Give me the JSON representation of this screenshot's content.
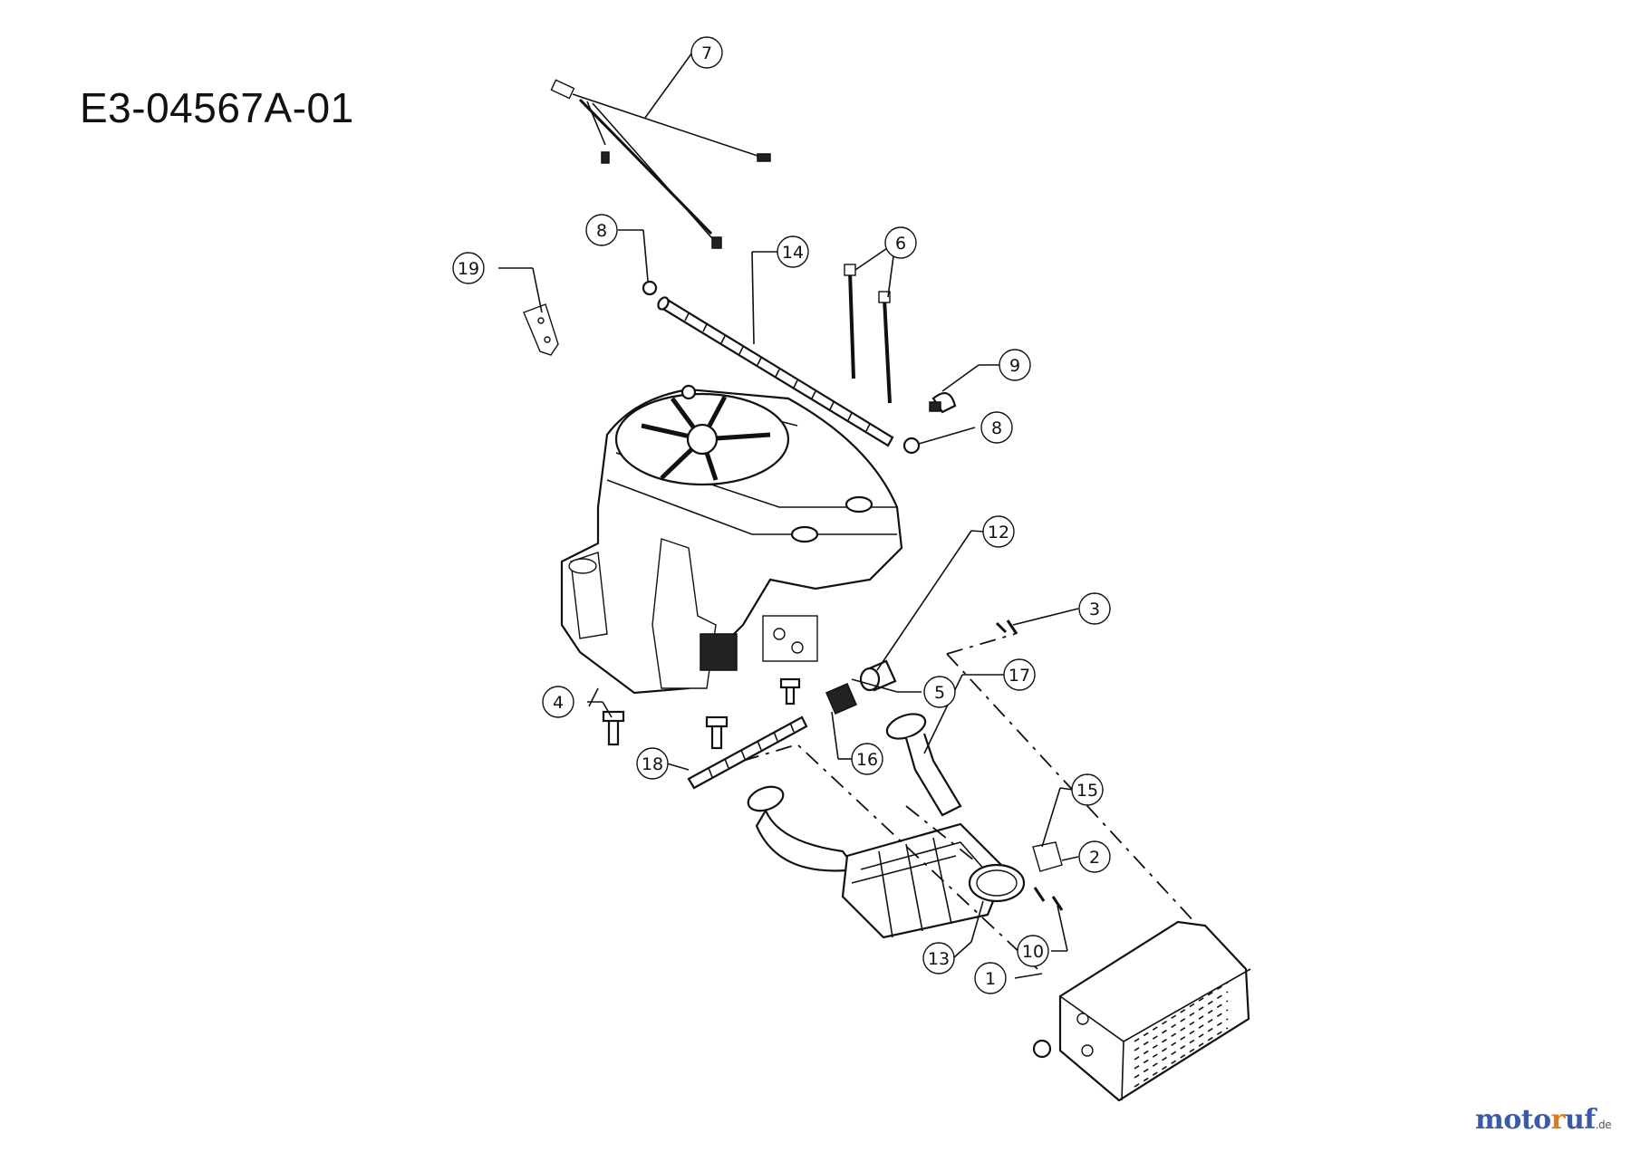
{
  "diagram_id": "E3-04567A-01",
  "watermark": {
    "part1": "moto",
    "part2": "r",
    "part3": "uf",
    "suffix": ".de"
  },
  "callouts": [
    {
      "id": "c1",
      "label": "1"
    },
    {
      "id": "c2",
      "label": "2"
    },
    {
      "id": "c3",
      "label": "3"
    },
    {
      "id": "c4",
      "label": "4"
    },
    {
      "id": "c5",
      "label": "5"
    },
    {
      "id": "c6",
      "label": "6"
    },
    {
      "id": "c7",
      "label": "7"
    },
    {
      "id": "c8a",
      "label": "8"
    },
    {
      "id": "c8b",
      "label": "8"
    },
    {
      "id": "c9",
      "label": "9"
    },
    {
      "id": "c10",
      "label": "10"
    },
    {
      "id": "c12",
      "label": "12"
    },
    {
      "id": "c13",
      "label": "13"
    },
    {
      "id": "c14",
      "label": "14"
    },
    {
      "id": "c15",
      "label": "15"
    },
    {
      "id": "c16",
      "label": "16"
    },
    {
      "id": "c17",
      "label": "17"
    },
    {
      "id": "c18",
      "label": "18"
    },
    {
      "id": "c19",
      "label": "19"
    }
  ]
}
